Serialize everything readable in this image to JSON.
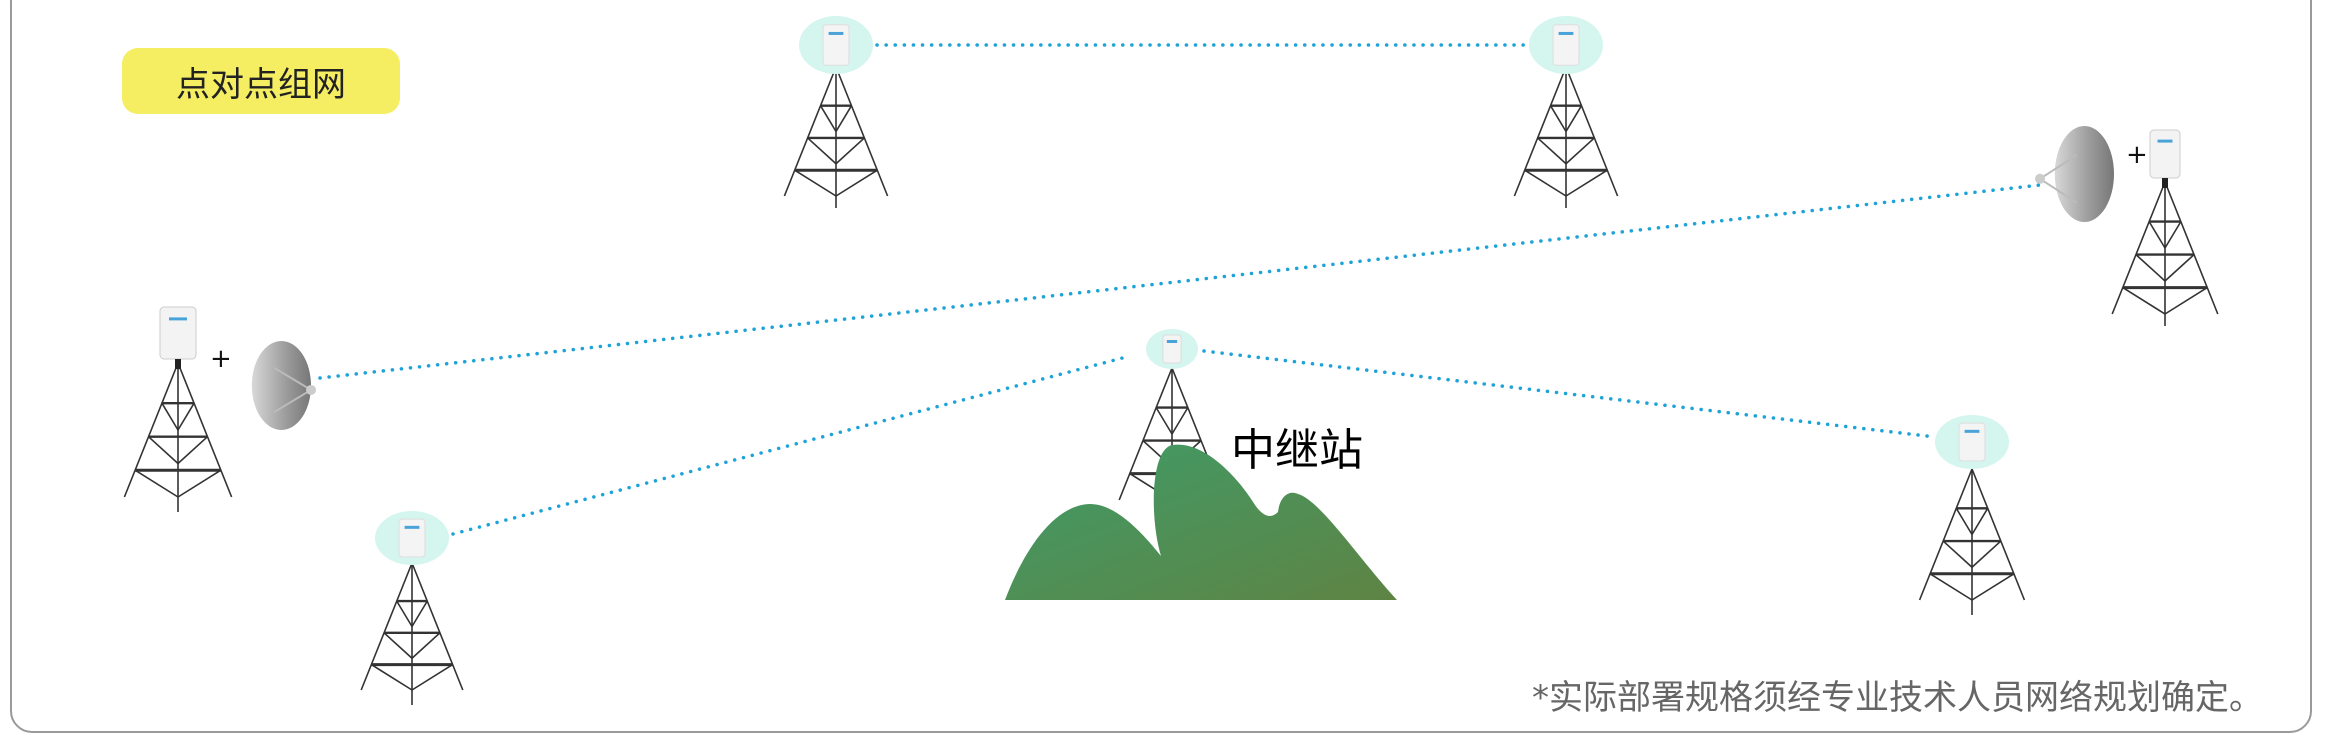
{
  "title": "点对点组网",
  "relay_label": "中继站",
  "footnote": "*实际部署规格须经专业技术人员网络规划确定。",
  "plus_sign": "+",
  "colors": {
    "link": "#1ea3d8",
    "radio_halo": "#d4f6ee",
    "label_bg": "#f5ee62",
    "mountain_a": "#3f9b68",
    "mountain_b": "#5b8646",
    "tower": "#333333"
  },
  "icons": [
    "tower-icon",
    "radio-icon",
    "dish-antenna-icon",
    "mountain-icon"
  ]
}
